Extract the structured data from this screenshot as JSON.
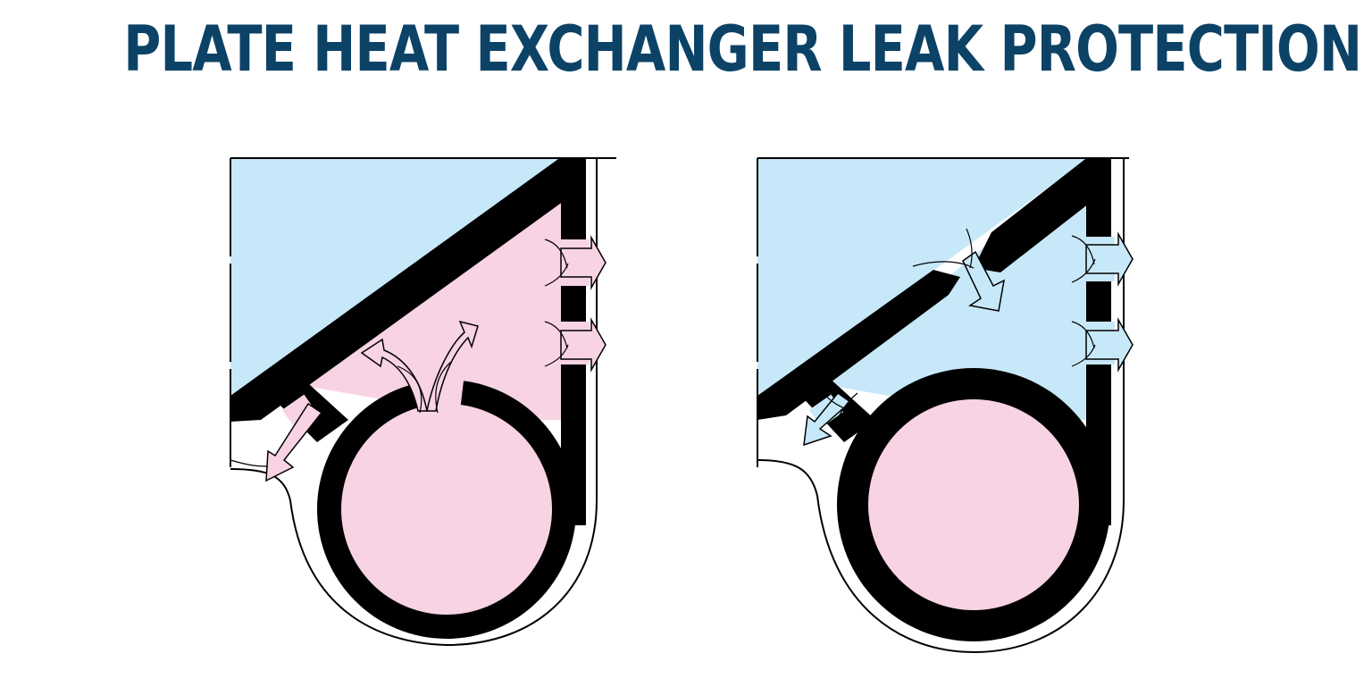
{
  "title": "PLATE HEAT EXCHANGER LEAK PROTECTION",
  "colors": {
    "title": "#0c4266",
    "blue_fluid": "#c7e8f8",
    "pink_fluid": "#f8d3e3",
    "gasket": "#000000",
    "outline": "#000000",
    "background": "#ffffff"
  },
  "icons": {
    "leak_arrow": "block-arrow",
    "flow_curve": "flow-line"
  }
}
